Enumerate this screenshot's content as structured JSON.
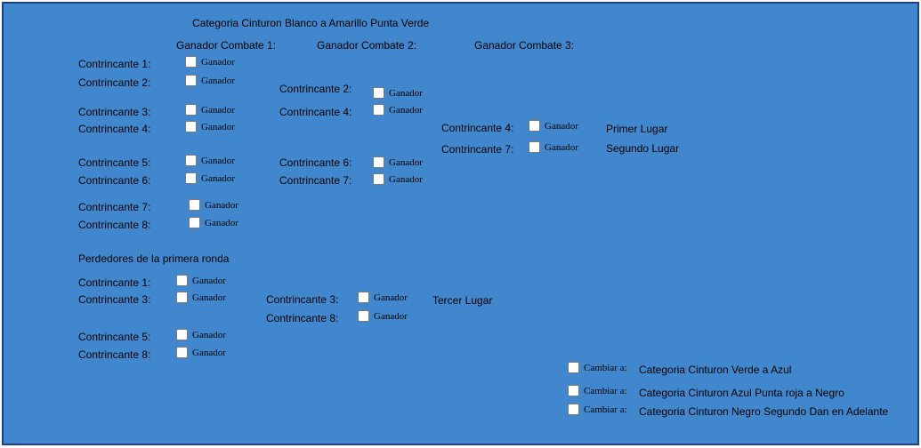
{
  "title": "Categoria Cinturon Blanco a Amarillo Punta Verde",
  "headers": {
    "combat1": "Ganador Combate 1:",
    "combat2": "Ganador Combate 2:",
    "combat3": "Ganador Combate 3:"
  },
  "winner_label": "Ganador",
  "round1": {
    "contestants": [
      "Contrincante 1:",
      "Contrincante 2:",
      "Contrincante 3:",
      "Contrincante 4:",
      "Contrincante 5:",
      "Contrincante 6:",
      "Contrincante 7:",
      "Contrincante 8:"
    ]
  },
  "round2": {
    "contestants": [
      "Contrincante 2:",
      "Contrincante 4:",
      "Contrincante 6:",
      "Contrincante 7:"
    ]
  },
  "final": {
    "contestants": [
      "Contrincante 4:",
      "Contrincante 7:"
    ],
    "first_place": "Primer Lugar",
    "second_place": "Segundo Lugar"
  },
  "losers": {
    "heading": "Perdedores de la primera ronda",
    "contestants": [
      "Contrincante 1:",
      "Contrincante 3:",
      "Contrincante 5:",
      "Contrincante 8:"
    ],
    "semi_contestants": [
      "Contrincante 3:",
      "Contrincante 8:"
    ],
    "third_place": "Tercer Lugar"
  },
  "change": {
    "label": "Cambiar a:",
    "options": [
      "Categoria Cinturon Verde a Azul",
      "Categoria Cinturon Azul Punta roja a Negro",
      "Categoria Cinturon Negro Segundo Dan en Adelante"
    ]
  }
}
